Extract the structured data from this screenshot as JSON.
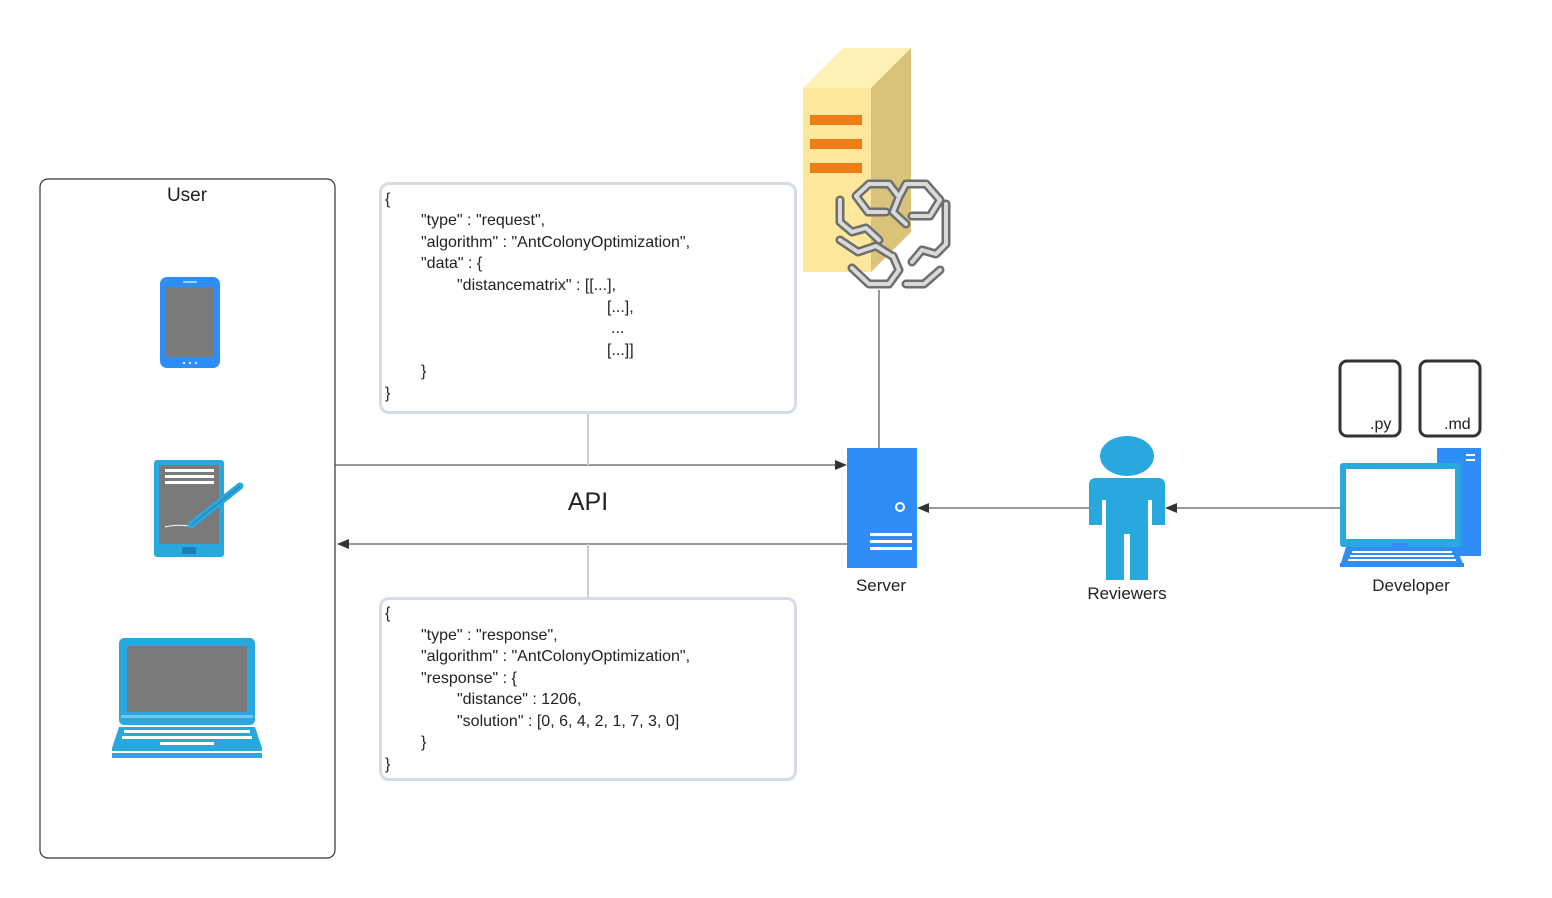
{
  "user_panel": {
    "title": "User"
  },
  "api_label": "API",
  "request_box": {
    "lines": [
      "{",
      "\"type\" : \"request\",",
      "\"algorithm\" : \"AntColonyOptimization\",",
      "\"data\" : {",
      "\"distancematrix\" : [[...],",
      "[...],",
      "...",
      "[...]]",
      "}",
      "}"
    ]
  },
  "response_box": {
    "lines": [
      "{",
      "\"type\" : \"response\",",
      "\"algorithm\" : \"AntColonyOptimization\",",
      "\"response\" : {",
      "\"distance\" : 1206,",
      "\"solution\" : [0, 6, 4, 2, 1, 7, 3, 0]",
      "}",
      "}"
    ]
  },
  "server": {
    "label": "Server"
  },
  "reviewers": {
    "label": "Reviewers"
  },
  "developer": {
    "label": "Developer"
  },
  "files": [
    {
      "ext": ".py"
    },
    {
      "ext": ".md"
    }
  ],
  "icons": {
    "user_devices": [
      "smartphone-icon",
      "tablet-stylus-icon",
      "laptop-icon"
    ],
    "top": [
      "mainframe-server-icon",
      "knot-cube-icon"
    ],
    "server": "server-tower-icon",
    "reviewers": "person-icon",
    "developer": "desktop-computer-icon",
    "files": [
      "python-file-icon",
      "markdown-file-icon"
    ]
  },
  "colors": {
    "device_blue": "#29a8e0",
    "server_blue": "#2f8df8",
    "screen_gray": "#7a7a7a",
    "mainframe_yellow": "#fde79a",
    "mainframe_side": "#d9c27a",
    "mainframe_orange": "#ef7c14",
    "box_border": "#d6dce3",
    "line": "#333333"
  }
}
